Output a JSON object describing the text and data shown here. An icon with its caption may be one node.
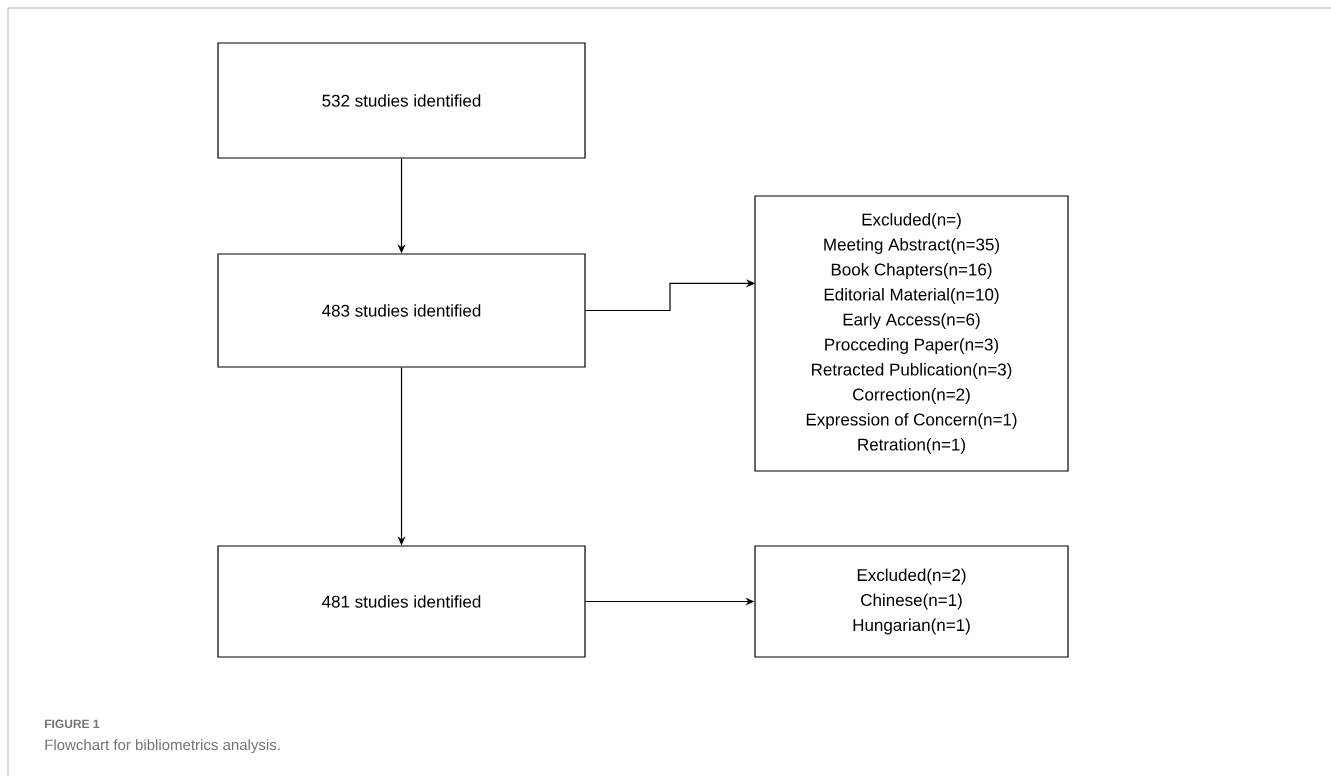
{
  "diagram": {
    "title": "FIGURE 1",
    "caption": "Flowchart for bibliometrics analysis.",
    "nodes": [
      {
        "text": [
          "532 studies identified"
        ]
      },
      {
        "text": [
          "483 studies identified"
        ]
      },
      {
        "text": [
          "Excluded(n=)",
          "Meeting Abstract(n=35)",
          "Book Chapters(n=16)",
          "Editorial Material(n=10)",
          "Early Access(n=6)",
          "Procceding Paper(n=3)",
          "Retracted Publication(n=3)",
          "Correction(n=2)",
          "Expression of Concern(n=1)",
          "Retration(n=1)"
        ]
      },
      {
        "text": [
          "481 studies identified"
        ]
      },
      {
        "text": [
          "Excluded(n=2)",
          "Chinese(n=1)",
          "Hungarian(n=1)"
        ]
      }
    ],
    "edges": [
      {
        "from": 0,
        "to": 1,
        "arrow": "to"
      },
      {
        "from": 1,
        "to": 2,
        "arrow": "to"
      },
      {
        "from": 1,
        "to": 3,
        "arrow": "to"
      },
      {
        "from": 3,
        "to": 4,
        "arrow": "to"
      }
    ]
  }
}
